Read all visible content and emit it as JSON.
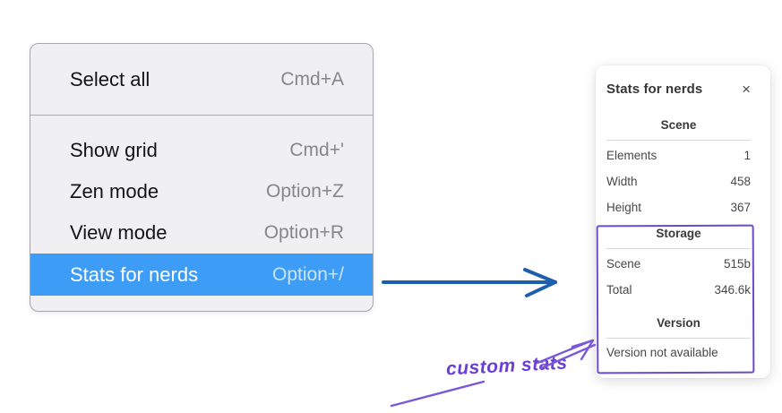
{
  "menu": {
    "items": [
      {
        "label": "Select all",
        "shortcut": "Cmd+A",
        "highlighted": false
      },
      {
        "label": "Show grid",
        "shortcut": "Cmd+'",
        "highlighted": false
      },
      {
        "label": "Zen mode",
        "shortcut": "Option+Z",
        "highlighted": false
      },
      {
        "label": "View mode",
        "shortcut": "Option+R",
        "highlighted": false
      },
      {
        "label": "Stats for nerds",
        "shortcut": "Option+/",
        "highlighted": true
      }
    ]
  },
  "stats_panel": {
    "title": "Stats for nerds",
    "close_icon": "×",
    "sections": [
      {
        "heading": "Scene",
        "rows": [
          {
            "label": "Elements",
            "value": "1"
          },
          {
            "label": "Width",
            "value": "458"
          },
          {
            "label": "Height",
            "value": "367"
          }
        ]
      },
      {
        "heading": "Storage",
        "rows": [
          {
            "label": "Scene",
            "value": "515b"
          },
          {
            "label": "Total",
            "value": "346.6k"
          }
        ]
      },
      {
        "heading": "Version",
        "note": "Version not available"
      }
    ]
  },
  "annotations": {
    "label": "custom stats"
  },
  "colors": {
    "highlight_blue": "#3d9df6",
    "blue_arrow": "#1d5fad",
    "purple": "#6b4bc9"
  }
}
